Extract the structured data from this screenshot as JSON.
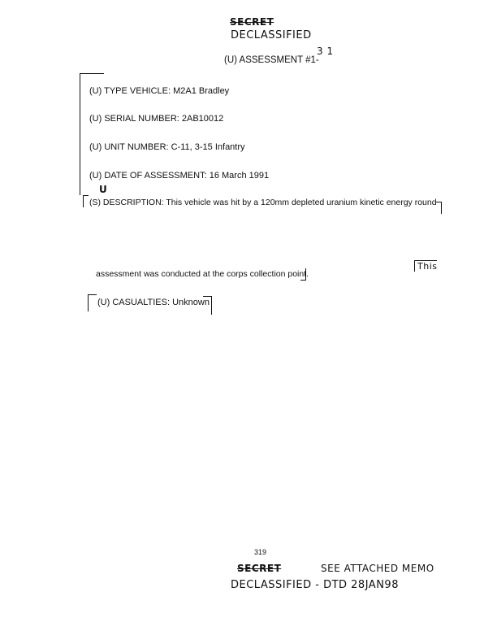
{
  "header": {
    "stamp_struck": "SECRET",
    "stamp": "DECLASSIFIED",
    "title": "(U) ASSESSMENT #1-",
    "annotation": "3 1"
  },
  "fields": [
    "(U) TYPE VEHICLE:  M2A1 Bradley",
    "(U) SERIAL NUMBER:  2AB10012",
    "(U) UNIT NUMBER:  C-11, 3-15 Infantry",
    "(U) DATE OF ASSESSMENT:  16 March 1991"
  ],
  "description": {
    "mark_handwritten": "U",
    "text": "(S) DESCRIPTION:  This vehicle was hit by a 120mm depleted uranium kinetic energy round"
  },
  "this_note": "This",
  "assessment_text": "assessment was conducted at the corps collection point.",
  "casualties": "(U) CASUALTIES:  Unknown",
  "footer": {
    "page_number": "319",
    "stamp_struck": "SECRET",
    "memo": "SEE ATTACHED MEMO",
    "declassified": "DECLASSIFIED - DTD 28JAN98"
  }
}
